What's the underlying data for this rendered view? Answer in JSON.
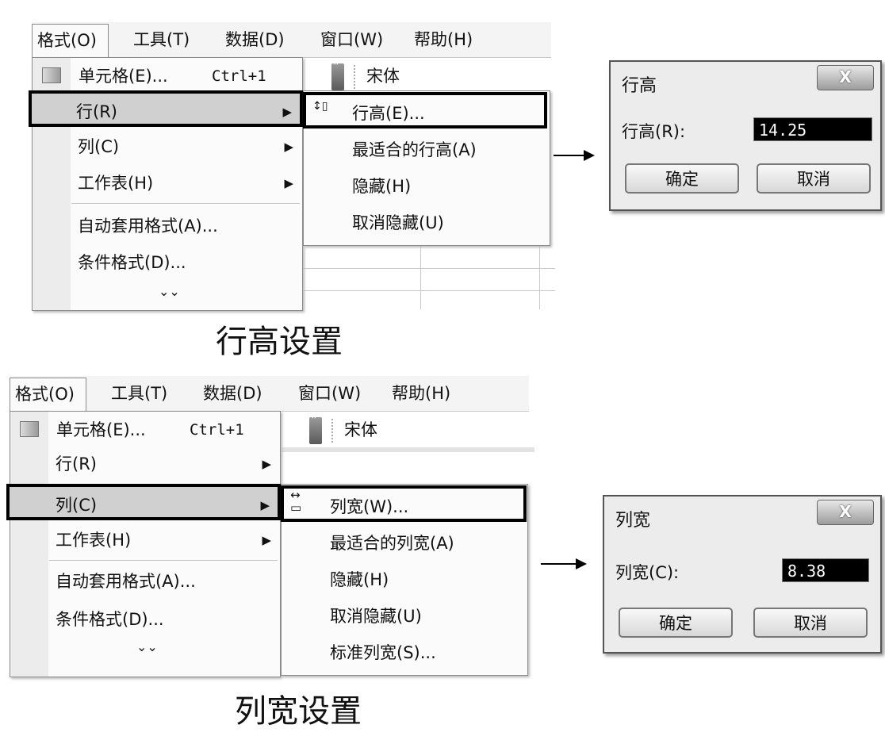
{
  "menubar": {
    "format": "格式(O)",
    "tools": "工具(T)",
    "data": "数据(D)",
    "window": "窗口(W)",
    "help": "帮助(H)"
  },
  "format_menu": {
    "cells": "单元格(E)...",
    "cells_shortcut": "Ctrl+1",
    "row": "行(R)",
    "column": "列(C)",
    "sheet": "工作表(H)",
    "autoformat": "自动套用格式(A)...",
    "conditional": "条件格式(D)...",
    "expand": "⌄⌄"
  },
  "toolbar": {
    "font": "宋体"
  },
  "row_submenu": {
    "height": "行高(E)...",
    "autofit": "最适合的行高(A)",
    "hide": "隐藏(H)",
    "unhide": "取消隐藏(U)"
  },
  "col_submenu": {
    "width": "列宽(W)...",
    "autofit": "最适合的列宽(A)",
    "hide": "隐藏(H)",
    "unhide": "取消隐藏(U)",
    "standard": "标准列宽(S)..."
  },
  "row_dialog": {
    "title": "行高",
    "label": "行高(R):",
    "value": "14.25",
    "ok": "确定",
    "cancel": "取消",
    "close": "X"
  },
  "col_dialog": {
    "title": "列宽",
    "label": "列宽(C):",
    "value": "8.38",
    "ok": "确定",
    "cancel": "取消",
    "close": "X"
  },
  "captions": {
    "top": "行高设置",
    "bottom": "列宽设置"
  }
}
